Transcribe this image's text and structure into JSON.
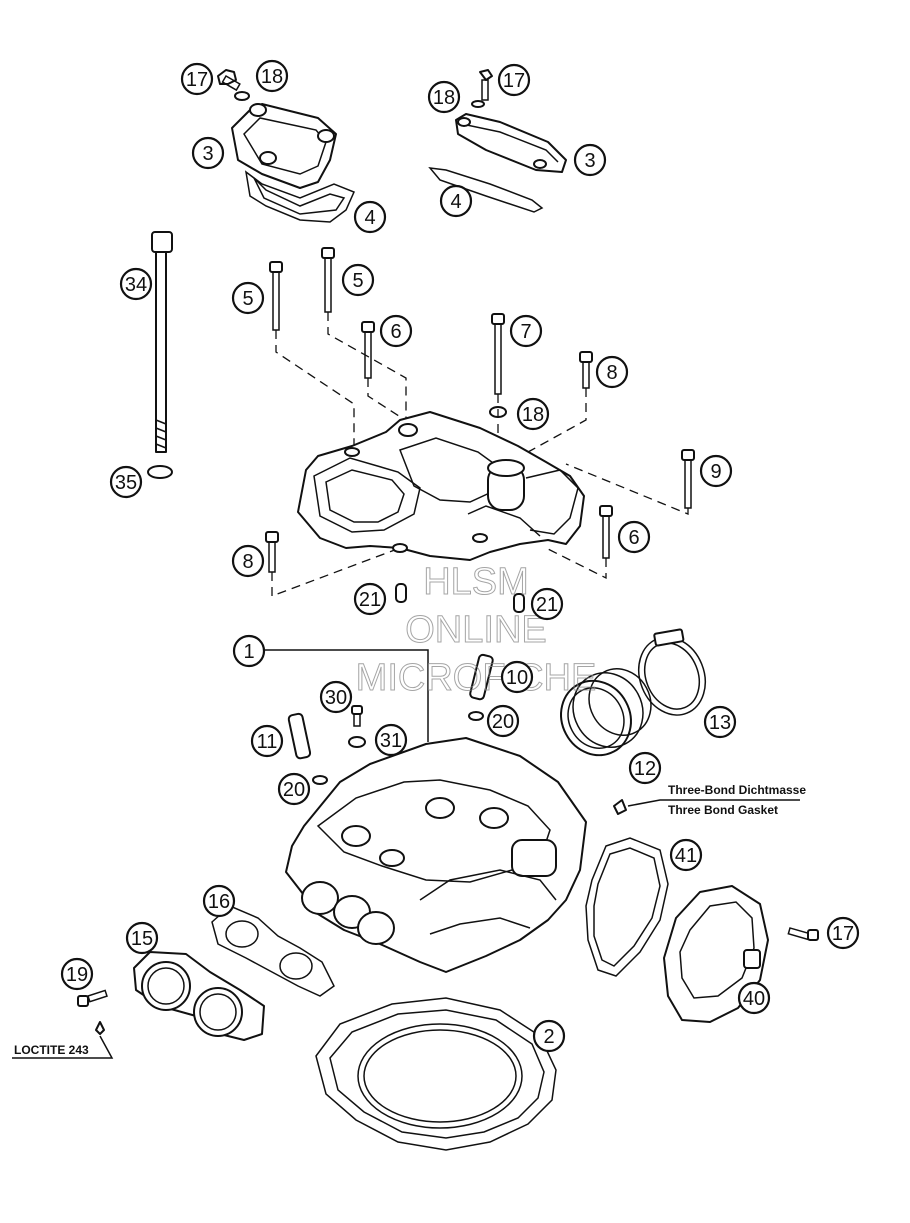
{
  "callouts": [
    {
      "id": "c17a",
      "label": "17"
    },
    {
      "id": "c18a",
      "label": "18"
    },
    {
      "id": "c3a",
      "label": "3"
    },
    {
      "id": "c4a",
      "label": "4"
    },
    {
      "id": "c17b",
      "label": "17"
    },
    {
      "id": "c18b",
      "label": "18"
    },
    {
      "id": "c3b",
      "label": "3"
    },
    {
      "id": "c4b",
      "label": "4"
    },
    {
      "id": "c34",
      "label": "34"
    },
    {
      "id": "c5a",
      "label": "5"
    },
    {
      "id": "c5b",
      "label": "5"
    },
    {
      "id": "c6a",
      "label": "6"
    },
    {
      "id": "c7",
      "label": "7"
    },
    {
      "id": "c8a",
      "label": "8"
    },
    {
      "id": "c18c",
      "label": "18"
    },
    {
      "id": "c35",
      "label": "35"
    },
    {
      "id": "c9",
      "label": "9"
    },
    {
      "id": "c6b",
      "label": "6"
    },
    {
      "id": "c8b",
      "label": "8"
    },
    {
      "id": "c21a",
      "label": "21"
    },
    {
      "id": "c21b",
      "label": "21"
    },
    {
      "id": "c1",
      "label": "1"
    },
    {
      "id": "c10",
      "label": "10"
    },
    {
      "id": "c13",
      "label": "13"
    },
    {
      "id": "c30",
      "label": "30"
    },
    {
      "id": "c20a",
      "label": "20"
    },
    {
      "id": "c11",
      "label": "11"
    },
    {
      "id": "c31",
      "label": "31"
    },
    {
      "id": "c12",
      "label": "12"
    },
    {
      "id": "c20b",
      "label": "20"
    },
    {
      "id": "c41",
      "label": "41"
    },
    {
      "id": "c16",
      "label": "16"
    },
    {
      "id": "c15",
      "label": "15"
    },
    {
      "id": "c17c",
      "label": "17"
    },
    {
      "id": "c19",
      "label": "19"
    },
    {
      "id": "c40",
      "label": "40"
    },
    {
      "id": "c2",
      "label": "2"
    }
  ],
  "notes": {
    "three_bond_de": "Three-Bond Dichtmasse",
    "three_bond_en": "Three Bond Gasket",
    "loctite": "LOCTITE 243"
  },
  "watermark": {
    "line1": "HLSM",
    "line2": "ONLINE",
    "line3": "MICROFICHE"
  }
}
